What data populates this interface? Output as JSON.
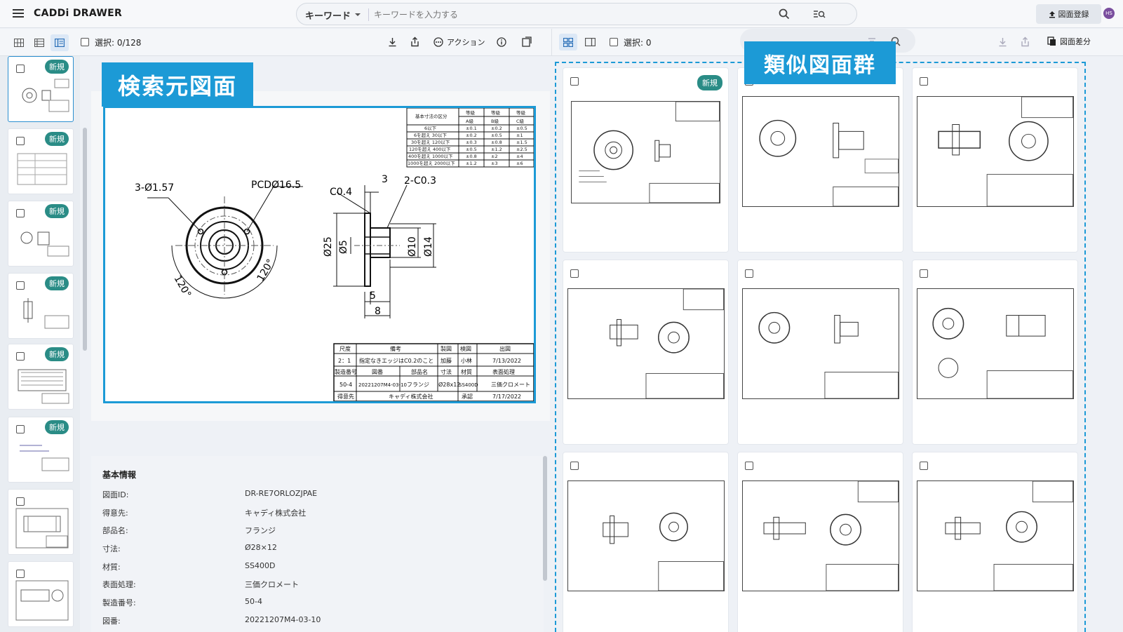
{
  "app": {
    "title": "CADDi DRAWER"
  },
  "search": {
    "type_label": "キーワード",
    "placeholder": "キーワードを入力する"
  },
  "header": {
    "register_label": "図面登録",
    "avatar_initials": "HS"
  },
  "left_toolbar": {
    "selection": "選択: 0/128",
    "action_label": "アクション"
  },
  "right_toolbar": {
    "selection": "選択: 0",
    "diff_label": "図面差分"
  },
  "badges": {
    "new": "新規"
  },
  "thumbnails": [
    {
      "new": true
    },
    {
      "new": true
    },
    {
      "new": true
    },
    {
      "new": true
    },
    {
      "new": true
    },
    {
      "new": true
    },
    {
      "new": false
    },
    {
      "new": false
    }
  ],
  "overlays": {
    "source_drawing": "検索元図面",
    "similar_drawings": "類似図面群"
  },
  "drawing": {
    "dims": [
      "3-Ø1.57",
      "PCDØ16.5",
      "3",
      "2-C0.3",
      "C0.4",
      "Ø25",
      "Ø5",
      "Ø10",
      "Ø14",
      "5",
      "8",
      "120°",
      "120°"
    ],
    "tolerance_table": {
      "header": [
        "基本寸法の区分",
        "等級",
        "等級",
        "等級"
      ],
      "grades": [
        "A級",
        "B級",
        "C級"
      ],
      "rows": [
        [
          "6以下",
          "±0.1",
          "±0.2",
          "±0.5"
        ],
        [
          "6を超え 30以下",
          "±0.2",
          "±0.5",
          "±1"
        ],
        [
          "30を超え 120以下",
          "±0.3",
          "±0.8",
          "±1.5"
        ],
        [
          "120を超え 400以下",
          "±0.5",
          "±1.2",
          "±2.5"
        ],
        [
          "400を超え 1000以下",
          "±0.8",
          "±2",
          "±4"
        ],
        [
          "1000を超え 2000以下",
          "±1.2",
          "±3",
          "±6"
        ]
      ]
    },
    "title_block": {
      "r1": [
        "尺度",
        "備考",
        "製図",
        "検図",
        "出図"
      ],
      "r2": [
        "2：1",
        "指定なきエッジはC0.2のこと",
        "加藤",
        "小林",
        "7/13/2022"
      ],
      "r3": [
        "製造番号",
        "図番",
        "部品名",
        "寸法",
        "材質",
        "表面処理"
      ],
      "r4": [
        "50-4",
        "20221207M4-03-10",
        "フランジ",
        "Ø28x12",
        "SS400D",
        "三価クロメート"
      ],
      "r5": [
        "得意先",
        "キャディ株式会社",
        "承認",
        "7/17/2022"
      ]
    }
  },
  "basic_info": {
    "title": "基本情報",
    "rows": [
      {
        "label": "図面ID:",
        "value": "DR-RE7ORLOZJPAE"
      },
      {
        "label": "得意先:",
        "value": "キャディ株式会社"
      },
      {
        "label": "部品名:",
        "value": "フランジ"
      },
      {
        "label": "寸法:",
        "value": "Ø28×12"
      },
      {
        "label": "材質:",
        "value": "SS400D"
      },
      {
        "label": "表面処理:",
        "value": "三価クロメート"
      },
      {
        "label": "製造番号:",
        "value": "50-4"
      },
      {
        "label": "図番:",
        "value": "20221207M4-03-10"
      }
    ]
  },
  "similar_cards": [
    {
      "new": true
    },
    {
      "new": false
    },
    {
      "new": false
    },
    {
      "new": false
    },
    {
      "new": false
    },
    {
      "new": false
    },
    {
      "new": false
    },
    {
      "new": false
    },
    {
      "new": false
    }
  ]
}
